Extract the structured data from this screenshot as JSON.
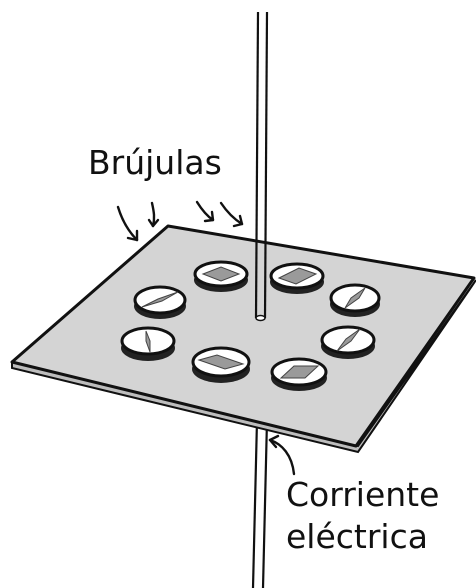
{
  "labels": {
    "compasses": "Brújulas",
    "current_line1": "Corriente",
    "current_line2": "eléctrica"
  },
  "colors": {
    "ink": "#111111",
    "board": "#d4d4d4",
    "compass_face": "#ffffff",
    "needle": "#9a9a9a",
    "background": "#ffffff"
  },
  "compass_count": 8
}
